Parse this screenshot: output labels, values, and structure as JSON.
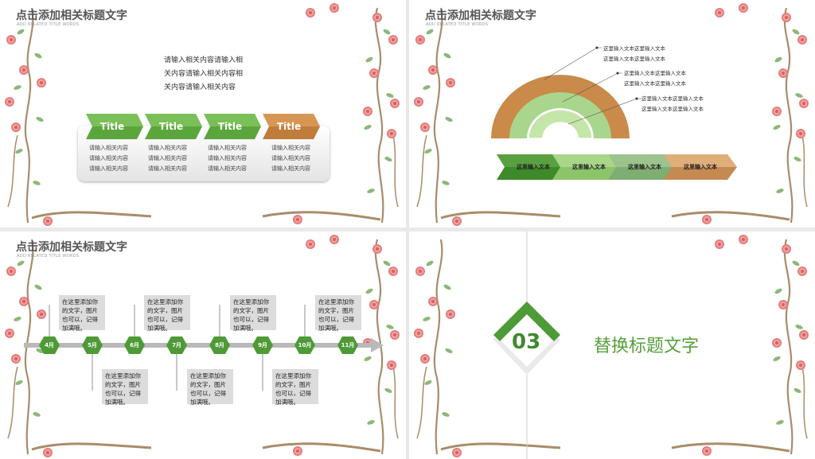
{
  "slides": {
    "s1": {
      "title": "点击添加相关标题文字",
      "subtitle": "ADD RELATED TITLE WORDS",
      "paragraph": [
        "请输入相关内容请输入相",
        "关内容请输入相关内容相",
        "关内容请输入相关内容"
      ],
      "steps": [
        {
          "label": "Title",
          "lines": [
            "请输入相关内容",
            "请输入相关内容",
            "请输入相关内容"
          ]
        },
        {
          "label": "Title",
          "lines": [
            "请输入相关内容",
            "请输入相关内容",
            "请输入相关内容"
          ]
        },
        {
          "label": "Title",
          "lines": [
            "请输入相关内容",
            "请输入相关内容",
            "请输入相关内容"
          ]
        },
        {
          "label": "Title",
          "lines": [
            "请输入相关内容",
            "请输入相关内容",
            "请输入相关内容"
          ]
        }
      ]
    },
    "s2": {
      "title": "点击添加相关标题文字",
      "subtitle": "ADD RELATED TITLE WORDS",
      "notes": [
        [
          "这里输入文本这里输入文本",
          "这里输入文本这里输入文本"
        ],
        [
          "这里输入文本这里输入文本",
          "这里输入文本这里输入文本"
        ],
        [
          "这里输入文本这里输入文本",
          "这里输入文本这里输入文本"
        ]
      ],
      "arrows": [
        "这里输入文本",
        "这里输入文本",
        "这里输入文本",
        "这里输入文本"
      ]
    },
    "s3": {
      "title": "点击添加相关标题文字",
      "subtitle": "ADD RELATED TITLE WORDS",
      "months": [
        "4月",
        "5月",
        "6月",
        "7月",
        "8月",
        "9月",
        "10月",
        "11月"
      ],
      "box_text": [
        "在这里添加你",
        "的文字，图片",
        "也可以，记得",
        "加满哦。"
      ]
    },
    "s4": {
      "number": "03",
      "heading": "替换标题文字"
    }
  },
  "colors": {
    "green_dark": "#3f8a2c",
    "green_light": "#8cc46a",
    "brown": "#c07c3a",
    "petal": "#e98a8a",
    "stem": "#a88c6a"
  }
}
